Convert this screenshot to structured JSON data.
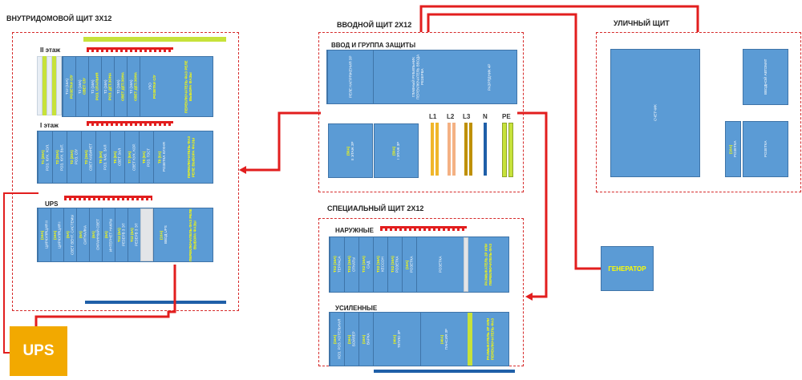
{
  "panels": {
    "inhouse": {
      "title": "ВНУТРИДОМОВОЙ ЩИТ 3Х12",
      "floor2": {
        "label": "II этаж",
        "modules": [
          {
            "white": "Т12 (16А)",
            "yellow": "РОЗЕТКИ С/У"
          },
          {
            "white": "Т2 (16А)",
            "yellow": "СВЕТ С/У"
          },
          {
            "white": "Т2 (16А)",
            "yellow": "РОЗ. СПАЛЬНЯ"
          },
          {
            "white": "Т2 (16А)",
            "yellow": "РОЗ. ДЕТ.ЗОНА"
          },
          {
            "white": "Т2 (16А)",
            "yellow": "СВЕТ ДЕТ.ЗОНА"
          },
          {
            "white": "Т2 (16А)",
            "yellow": "СВЕТ ДЕТ.ЗОНА"
          },
          {
            "white": "УЗО",
            "yellow": "РОЗЕТКИ С/У"
          }
        ],
        "switch": "ПЕРЕКЛЮЧАТЕЛЬ ФАЗ РЕЛЕ ВЫБОРА ФАЗЫ"
      },
      "floor1": {
        "label": "I этаж",
        "modules": [
          {
            "white": "Т1 (20А)",
            "yellow": "РОЗ. КУХ. ХОЛ."
          },
          {
            "white": "Т2 (20А)",
            "yellow": "РОЗ. КУХ. ВЫТ."
          },
          {
            "white": "Т2 (20А)",
            "yellow": "РОЗ. С/У"
          },
          {
            "white": "Т2 (16А)",
            "yellow": "СВЕТ КАБИНЕТ"
          },
          {
            "white": "Т6 (6А)",
            "yellow": "РОЗ. КАБ. ЗАЛ"
          },
          {
            "white": "Т6 (6А)",
            "yellow": "СВЕТ ЗАЛ"
          },
          {
            "white": "Т7 (6А)",
            "yellow": "СВЕТ КУХ. КОР."
          },
          {
            "white": "Т8 (6А)",
            "yellow": "РОЗ. ГОСТ"
          },
          {
            "white": "Т8 (6А)",
            "yellow": "РОЗЕТКА КУХНЯ"
          }
        ],
        "switch": "ПЕРЕКЛЮЧАТЕЛЬ ФАЗ РЕЛЕ ВЫБОРА ФАЗЫ"
      },
      "ups_row": {
        "label": "UPS",
        "modules": [
          {
            "white": "(16А)",
            "yellow": "ЦИРКУЛЯЦИЯ II"
          },
          {
            "white": "(16А)",
            "yellow": "ЦИРКУЛЯЦИЯ I"
          },
          {
            "white": "(6А)",
            "yellow": "СВЕТ ВЕНТ. СИСТЕМЫ"
          },
          {
            "white": "(6А)",
            "yellow": "СИГНАЛКА"
          },
          {
            "white": "(6А)",
            "yellow": "ОХРАННЫЙ СВЕТ"
          },
          {
            "white": "(6А)",
            "yellow": "ИНТЕРНЕТ НАКРЫ"
          },
          {
            "white": "Т12 (6А)",
            "yellow": "РЕЗЕРВ 3 ЭТ"
          },
          {
            "white": "Т12 (6А)",
            "yellow": "РЕЗЕРВ 3 ЭТ"
          },
          {
            "white": "(16А)",
            "yellow": "ВВОД UPS"
          }
        ],
        "switch": "ПЕРЕКЛЮЧАТЕЛЬ ФАЗ РЕЛЕ ВЫБОРА ФАЗЫ"
      }
    },
    "input": {
      "title": "ВВОДНОЙ ЩИТ 2Х12",
      "subtitle": "ВВОД И ГРУППА ЗАЩИТЫ",
      "top_modules": [
        "РЕЛЕ НАПРЯЖЕНИЯ 3Р",
        "ГЛАВНЫЙ РУБИЛЬНИК ПЕРЕКЛЮЧАТЕЛЬ ВВОДА РЕЗЕРВА",
        "РАЗРЯДНИК 4Р"
      ],
      "bottom_modules": [
        {
          "white": "II ЭТАЖ 3Р",
          "yellow": "(50А)"
        },
        {
          "white": "I ЭТАЖ 3Р",
          "yellow": "(50А)"
        }
      ],
      "buses": [
        "L1",
        "L2",
        "L3",
        "N",
        "PE"
      ]
    },
    "street": {
      "title": "УЛИЧНЫЙ ЩИТ",
      "meter": "СЧЕТЧИК",
      "breaker": "ВВОДНОЙ АВТОМАТ",
      "socket_small": {
        "white": "РОЗЕТКА",
        "yellow": "(16А)"
      },
      "socket_big": "РОЗЕТКА"
    },
    "special": {
      "title": "СПЕЦИАЛЬНЫЙ ЩИТ 2Х12",
      "outdoor": {
        "label": "НАРУЖНЫЕ",
        "modules": [
          {
            "white": "ТЕРРАСА",
            "yellow": "ТХ2 (16А)"
          },
          {
            "white": "ОТКАТЫ",
            "yellow": "ТХ2 (16А)"
          },
          {
            "white": "САД",
            "yellow": "ТХ2 (16А)"
          },
          {
            "white": "КЕССОН",
            "yellow": "ТХ2 (16А)"
          },
          {
            "white": "РОЗЕТКА",
            "yellow": "ТХ2 (16А)"
          },
          {
            "white": "РОЗЕТКА",
            "yellow": "(16А)"
          },
          {
            "white": "РОЗЕТКА",
            "yellow": ""
          }
        ],
        "switch": "РАЗМЫКАТЕЛЬ 2Р ИЛИ ПЕРЕКЛЮЧАТЕЛЬ ФАЗ"
      },
      "enhanced": {
        "label": "УСИЛЕННЫЕ",
        "modules": [
          {
            "white": "ХОЗ. РОЗ. КОТЕЛЬНАЯ",
            "yellow": "(16А)"
          },
          {
            "white": "БОЙЛЕР",
            "yellow": "(16А)"
          },
          {
            "white": "ВАРКА",
            "yellow": "(16А)"
          },
          {
            "white": "ТЕПЛО 3Р",
            "yellow": "(40А)"
          },
          {
            "white": "ПАНСИЯ 3Р",
            "yellow": "(40А)"
          }
        ],
        "switch": "РАЗМЫКАТЕЛЬ 2Р ИЛИ ПЕРЕКЛЮЧАТЕЛЬ ФАЗ"
      }
    },
    "generator": {
      "label": "ГЕНЕРАТОР"
    },
    "ups": {
      "label": "UPS"
    }
  },
  "colors": {
    "wire": "#e21e1e",
    "module": "#5b9bd5",
    "box": "#f2a900",
    "bus_l1": "#f0b62a",
    "bus_l2": "#f4b183",
    "bus_l3": "#bf9000",
    "bus_n": "#1f5fa8",
    "bus_pe": "#c7e23a"
  }
}
